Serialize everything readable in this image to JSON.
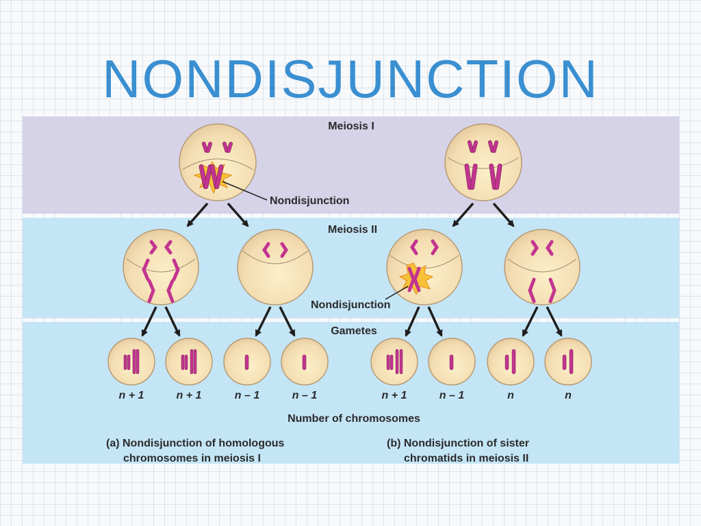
{
  "title": "NONDISJUNCTION",
  "stages": {
    "meiosis1": "Meiosis I",
    "meiosis2": "Meiosis II",
    "gametes": "Gametes"
  },
  "annotations": {
    "nondisjunction_a": "Nondisjunction",
    "nondisjunction_b": "Nondisjunction"
  },
  "gamete_counts": [
    "n + 1",
    "n + 1",
    "n – 1",
    "n – 1",
    "n + 1",
    "n – 1",
    "n",
    "n"
  ],
  "axis_title": "Number of chromosomes",
  "captions": {
    "a_line1": "(a) Nondisjunction of homologous",
    "a_line2": "chromosomes in meiosis I",
    "b_line1": "(b) Nondisjunction of sister",
    "b_line2": "chromatids in meiosis II"
  },
  "colors": {
    "title": "#3a8fd1",
    "meiosis1_band": "#d6d2e8",
    "meiosis2_band": "#c4e5f6",
    "chromosome": "#c2358f",
    "cell_fill": "#f6e2b8",
    "burst": "#f7c23a"
  }
}
